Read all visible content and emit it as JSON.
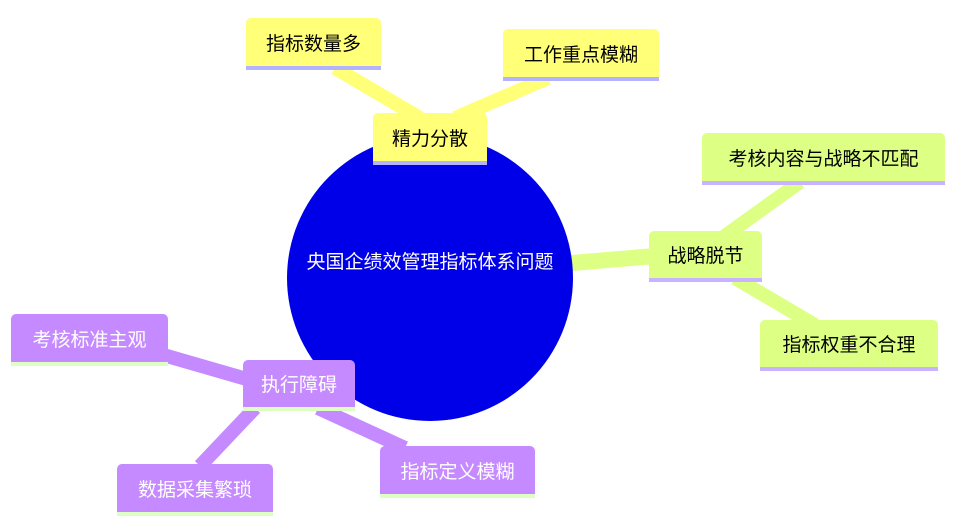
{
  "root": {
    "label": "央国企绩效管理指标体系问题",
    "color": "#0000e8"
  },
  "branches": [
    {
      "label": "精力分散",
      "color": "#ffff78",
      "children": [
        "指标数量多",
        "工作重点模糊"
      ]
    },
    {
      "label": "战略脱节",
      "color": "#ddff84",
      "children": [
        "考核内容与战略不匹配",
        "指标权重不合理"
      ]
    },
    {
      "label": "执行障碍",
      "color": "#c58aff",
      "children": [
        "考核标准主观",
        "数据采集繁琐",
        "指标定义模糊"
      ]
    }
  ]
}
